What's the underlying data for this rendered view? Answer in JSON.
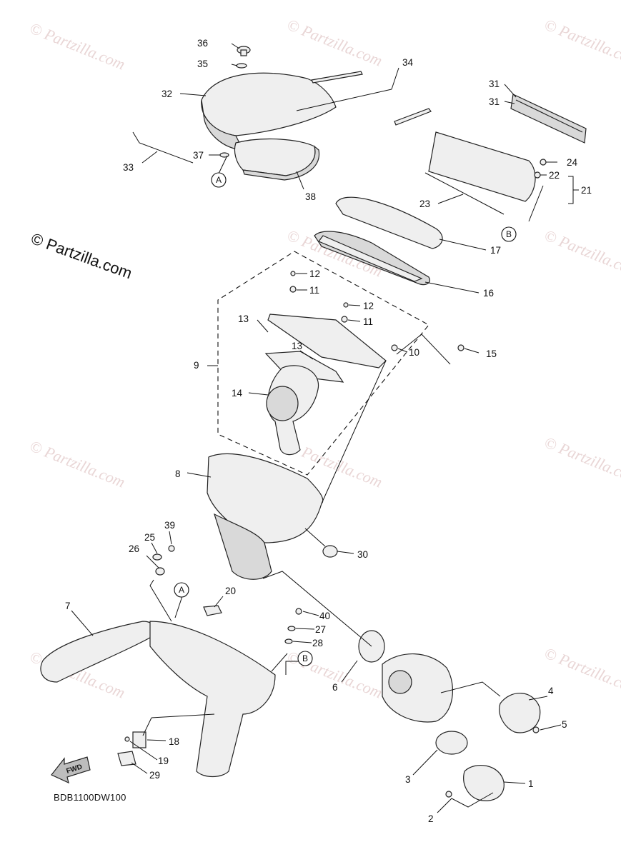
{
  "watermark": "© Partzilla.com",
  "copyright": "© Partzilla.com",
  "diagram_code": "BDB1100DW100",
  "fwd_label": "FWD",
  "callouts": [
    "1",
    "2",
    "3",
    "4",
    "5",
    "6",
    "7",
    "8",
    "9",
    "10",
    "11",
    "12",
    "13",
    "14",
    "15",
    "16",
    "17",
    "18",
    "19",
    "20",
    "21",
    "22",
    "23",
    "24",
    "25",
    "26",
    "27",
    "28",
    "29",
    "30",
    "31",
    "32",
    "33",
    "34",
    "35",
    "36",
    "37",
    "38",
    "39",
    "40"
  ],
  "reference_markers": [
    "A",
    "B"
  ]
}
